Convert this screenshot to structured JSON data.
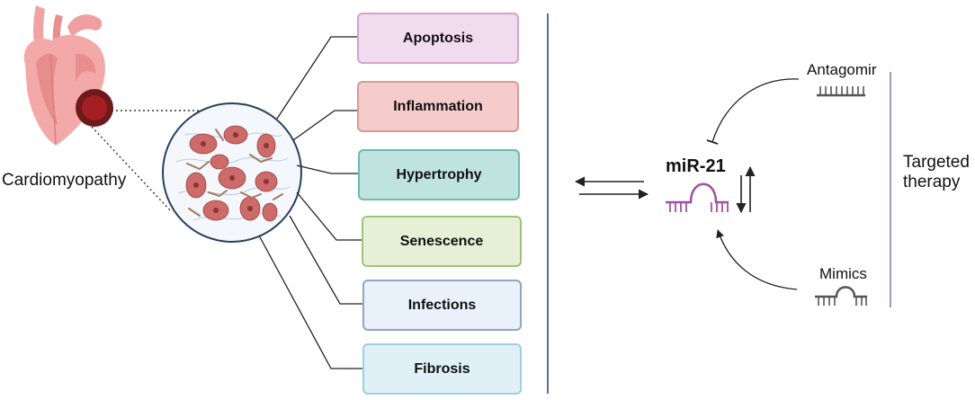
{
  "diagram": {
    "left_label": "Cardiomyopathy",
    "processes": [
      {
        "label": "Apoptosis",
        "fill": "#f1dbef",
        "border": "#d3a3ce"
      },
      {
        "label": "Inflammation",
        "fill": "#f5cbcb",
        "border": "#d79a9a"
      },
      {
        "label": "Hypertrophy",
        "fill": "#bfe4df",
        "border": "#6fb9ae"
      },
      {
        "label": "Senescence",
        "fill": "#e5f0d6",
        "border": "#9ec47a"
      },
      {
        "label": "Infections",
        "fill": "#e9f1fa",
        "border": "#8fa6c4"
      },
      {
        "label": "Fibrosis",
        "fill": "#dff0f6",
        "border": "#9fd0e0"
      }
    ],
    "mirna_label": "miR-21",
    "mirna_color": "#a050a0",
    "antagomir_label": "Antagomir",
    "mimics_label": "Mimics",
    "therapy_label_line1": "Targeted",
    "therapy_label_line2": "therapy",
    "divider_color": "#5b6fa6"
  }
}
